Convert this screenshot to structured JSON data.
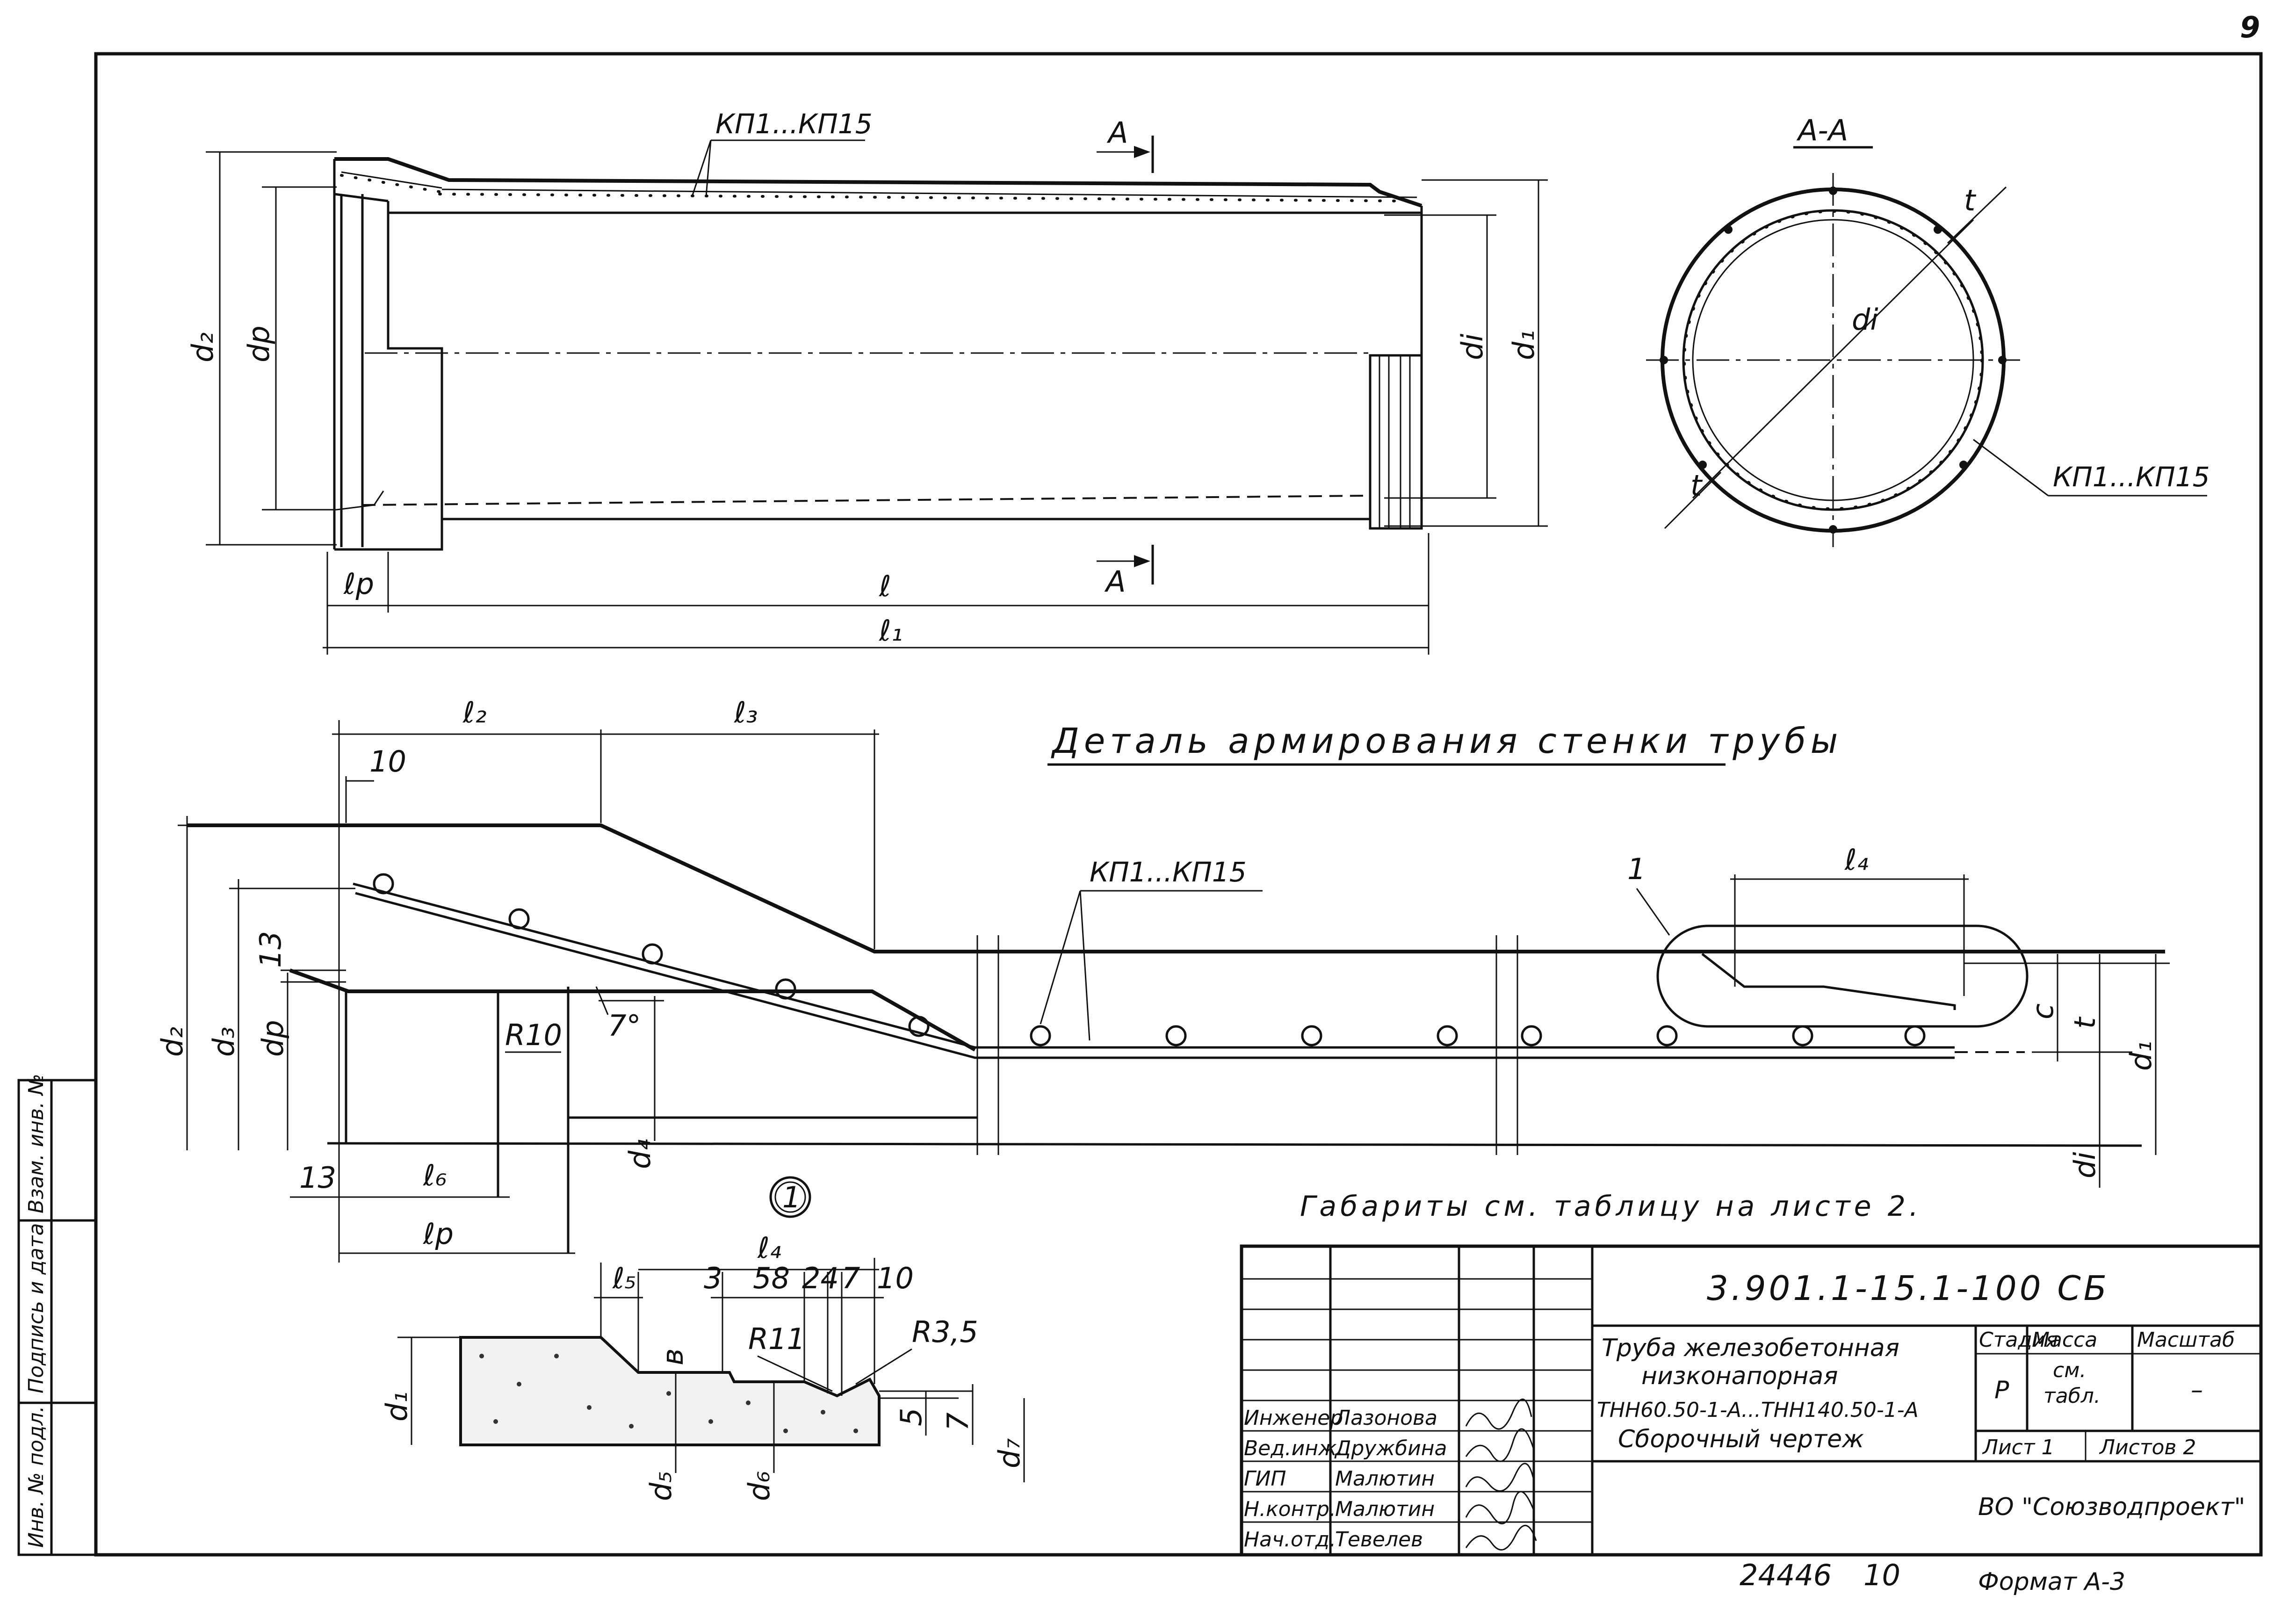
{
  "page_number": "9",
  "views": {
    "main": {
      "rebar_label": "КП1...КП15",
      "section_marker": "А",
      "dims": {
        "d2": "d₂",
        "dp": "dр",
        "di": "di",
        "d1": "d₁",
        "lp": "ℓр",
        "l": "ℓ",
        "l1": "ℓ₁"
      }
    },
    "section": {
      "title": "А-А",
      "rebar_label": "КП1...КП15",
      "dims": {
        "t": "t",
        "di": "di"
      }
    },
    "detail": {
      "title": "Деталь армирования стенки трубы",
      "rebar_label": "КП1...КП15",
      "callout": "1",
      "dims": {
        "l2": "ℓ₂",
        "l3": "ℓ₃",
        "l4": "ℓ₄",
        "v10": "10",
        "v13a": "13",
        "v13b": "13",
        "R10": "R10",
        "angle7": "7°",
        "d2": "d₂",
        "d3": "d₃",
        "dp": "dр",
        "d4": "d₄",
        "l6": "ℓ₆",
        "lp": "ℓр",
        "c": "c",
        "t": "t",
        "d1": "d₁",
        "di": "di"
      }
    },
    "node": {
      "callout": "1",
      "dims": {
        "l4": "ℓ₄",
        "l5": "ℓ₅",
        "v3": "3",
        "v58": "58",
        "v24": "24",
        "v7a": "7",
        "v10": "10",
        "R11": "R11",
        "R35": "R3,5",
        "v": "в",
        "d1": "d₁",
        "d5": "d₅",
        "d6": "d₆",
        "v5": "5",
        "v7b": "7",
        "d7": "d₇"
      }
    },
    "note": "Габариты см. таблицу на листе 2."
  },
  "side_stamp": [
    "Инв. № подл.",
    "Подпись и дата",
    "Взам. инв. №"
  ],
  "title_block": {
    "doc_code": "3.901.1-15.1-100 СБ",
    "name_lines": [
      "Труба железобетонная",
      "низконапорная",
      "ТНН60.50-1-А...ТНН140.50-1-А",
      "Сборочный чертеж"
    ],
    "headers": {
      "stage": "Стадия",
      "mass": "Масса",
      "scale": "Масштаб"
    },
    "values": {
      "stage": "Р",
      "mass_1": "см.",
      "mass_2": "табл.",
      "scale": "–"
    },
    "sheet_label": "Лист 1",
    "sheets_label": "Листов 2",
    "organization": "ВО \"Союзводпроект\"",
    "staff": [
      {
        "role": "Инженер",
        "name": "Лазонова"
      },
      {
        "role": "Вед.инж.",
        "name": "Дружбина"
      },
      {
        "role": "ГИП",
        "name": "Малютин"
      },
      {
        "role": "Н.контр.",
        "name": "Малютин"
      },
      {
        "role": "Нач.отд.",
        "name": "Тевелев"
      }
    ]
  },
  "footer": {
    "inventory": "24446",
    "copy": "10",
    "format": "Формат А-3"
  }
}
